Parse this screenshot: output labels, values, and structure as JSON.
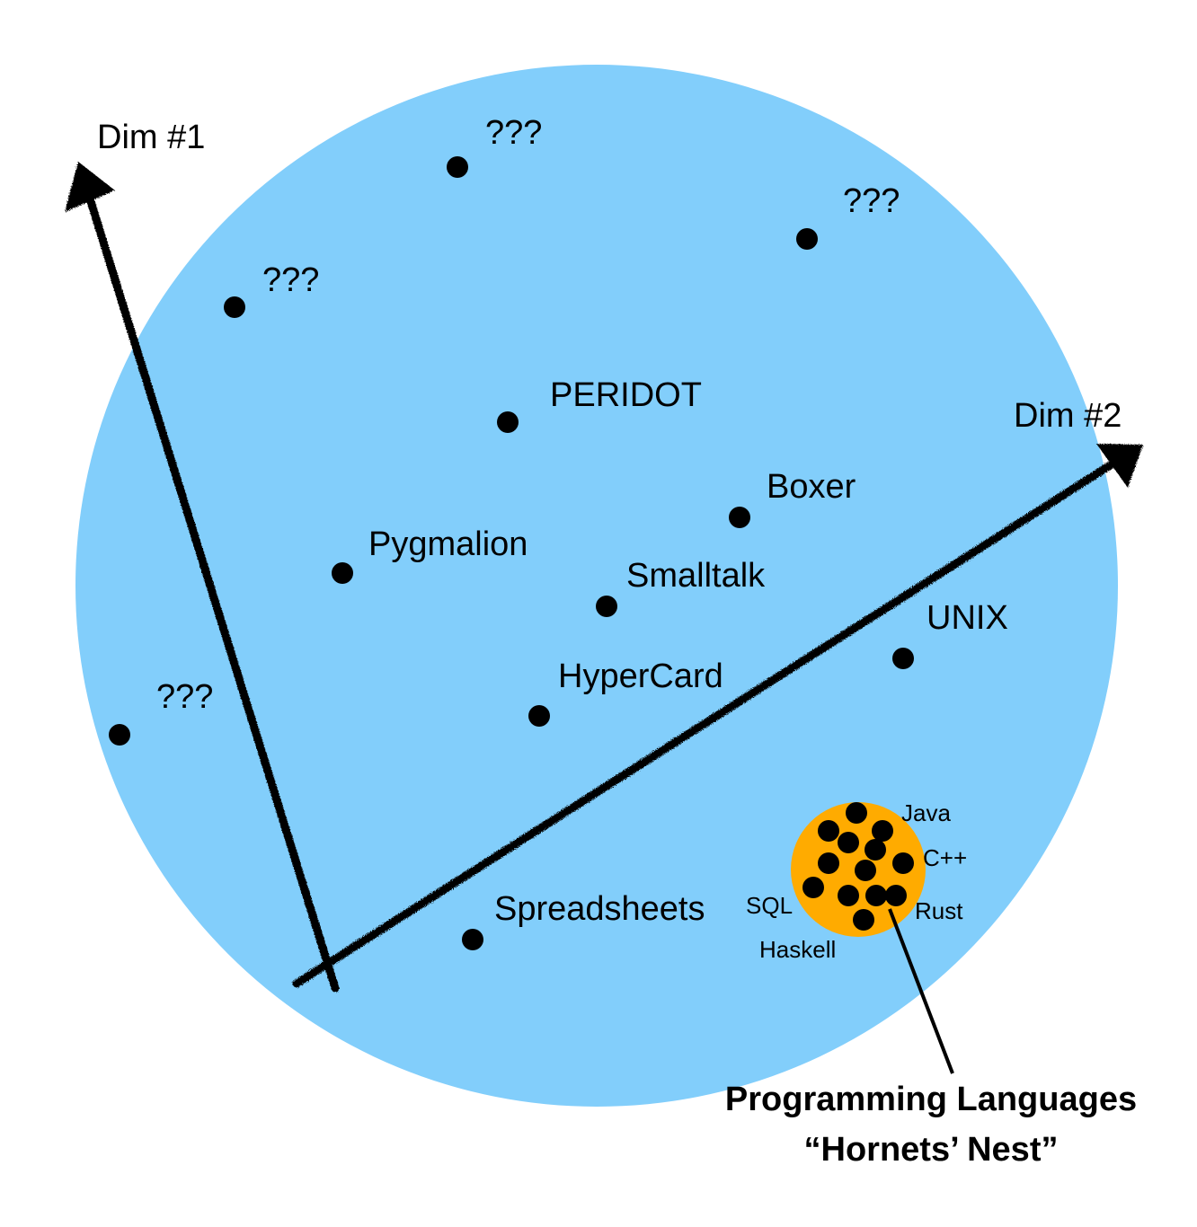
{
  "axes": {
    "dim1_label": "Dim #1",
    "dim2_label": "Dim #2"
  },
  "points": {
    "unknown_1": "???",
    "unknown_2": "???",
    "unknown_3": "???",
    "unknown_4": "???",
    "peridot": "PERIDOT",
    "boxer": "Boxer",
    "pygmalion": "Pygmalion",
    "smalltalk": "Smalltalk",
    "unix": "UNIX",
    "hypercard": "HyperCard",
    "spreadsheets": "Spreadsheets"
  },
  "cluster": {
    "java": "Java",
    "cpp": "C++",
    "sql": "SQL",
    "rust": "Rust",
    "haskell": "Haskell",
    "title_line1": "Programming Languages",
    "title_line2": "“Hornets’ Nest”"
  },
  "colors": {
    "space": "#82cefb",
    "cluster": "#ffab00",
    "ink": "#000000"
  }
}
